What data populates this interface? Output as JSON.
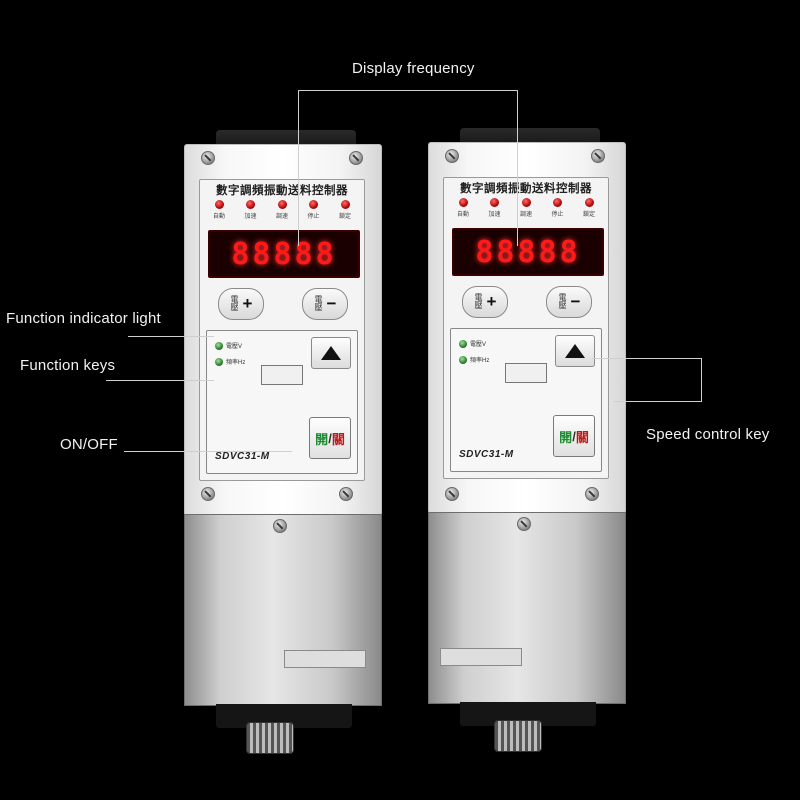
{
  "callouts": {
    "display_frequency": "Display frequency",
    "function_indicator_light": "Function indicator light",
    "function_keys": "Function keys",
    "on_off": "ON/OFF",
    "speed_control_key": "Speed control key"
  },
  "devices": [
    {
      "panel_title": "數字調頻振動送料控制器",
      "leds": [
        "自動",
        "加速",
        "調速",
        "停止",
        "鎖定"
      ],
      "display": "88888",
      "plus_button": {
        "label": "電壓",
        "symbol": "+"
      },
      "minus_button": {
        "label": "電壓",
        "symbol": "−"
      },
      "indicators": [
        "電壓V",
        "頻率Hz"
      ],
      "model": "SDVC31-M",
      "onoff": {
        "on": "開",
        "sep": "/",
        "off": "關"
      }
    },
    {
      "panel_title": "數字調頻振動送料控制器",
      "leds": [
        "自動",
        "加速",
        "調速",
        "停止",
        "鎖定"
      ],
      "display": "88888",
      "plus_button": {
        "label": "電壓",
        "symbol": "+"
      },
      "minus_button": {
        "label": "電壓",
        "symbol": "−"
      },
      "indicators": [
        "電壓V",
        "頻率Hz"
      ],
      "model": "SDVC31-M",
      "onoff": {
        "on": "開",
        "sep": "/",
        "off": "關"
      }
    }
  ],
  "colors": {
    "background": "#000000",
    "display_digits": "#ff1a1a",
    "status_led": "#d40000",
    "indicator_led": "#2e8b2e",
    "on_text": "#1c8a2e",
    "off_text": "#c01818"
  }
}
